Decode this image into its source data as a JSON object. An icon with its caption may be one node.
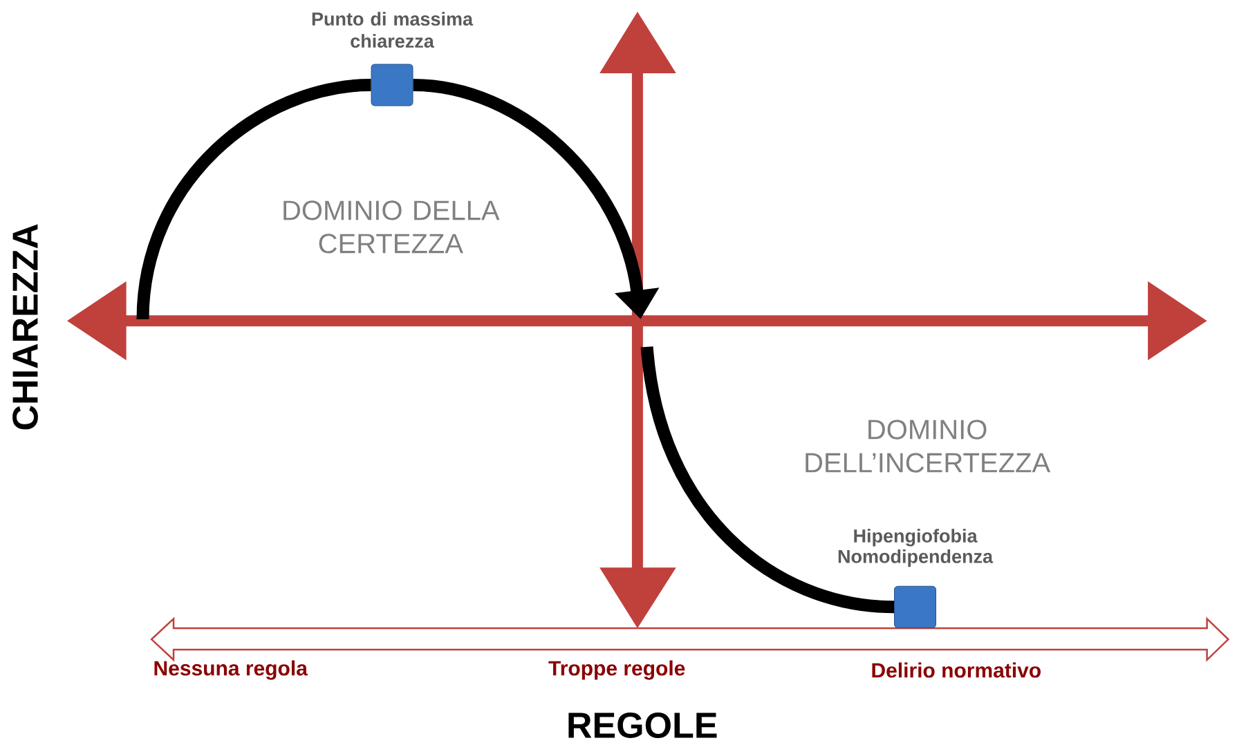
{
  "diagram": {
    "nodes": [
      {
        "text": [],
        "shape": "box",
        "beside": [
          "Punto di massima chiarezza"
        ]
      },
      {
        "text": [],
        "shape": "box",
        "beside": [
          "Hipengiofobia",
          "Nomodipendenza"
        ]
      }
    ],
    "edges": [
      {
        "from": null,
        "to": 0,
        "arrow": "none"
      },
      {
        "from": 0,
        "to": null,
        "arrow": "to"
      },
      {
        "from": null,
        "to": 1,
        "arrow": "none"
      }
    ],
    "labels": [
      "DOMINIO DELLA CERTEZZA",
      "CHIAREZZA",
      "DOMINIO DELL’INCERTEZZA",
      "Nessuna regola",
      "Troppe regole",
      "Delirio normativo",
      "REGOLE"
    ]
  }
}
